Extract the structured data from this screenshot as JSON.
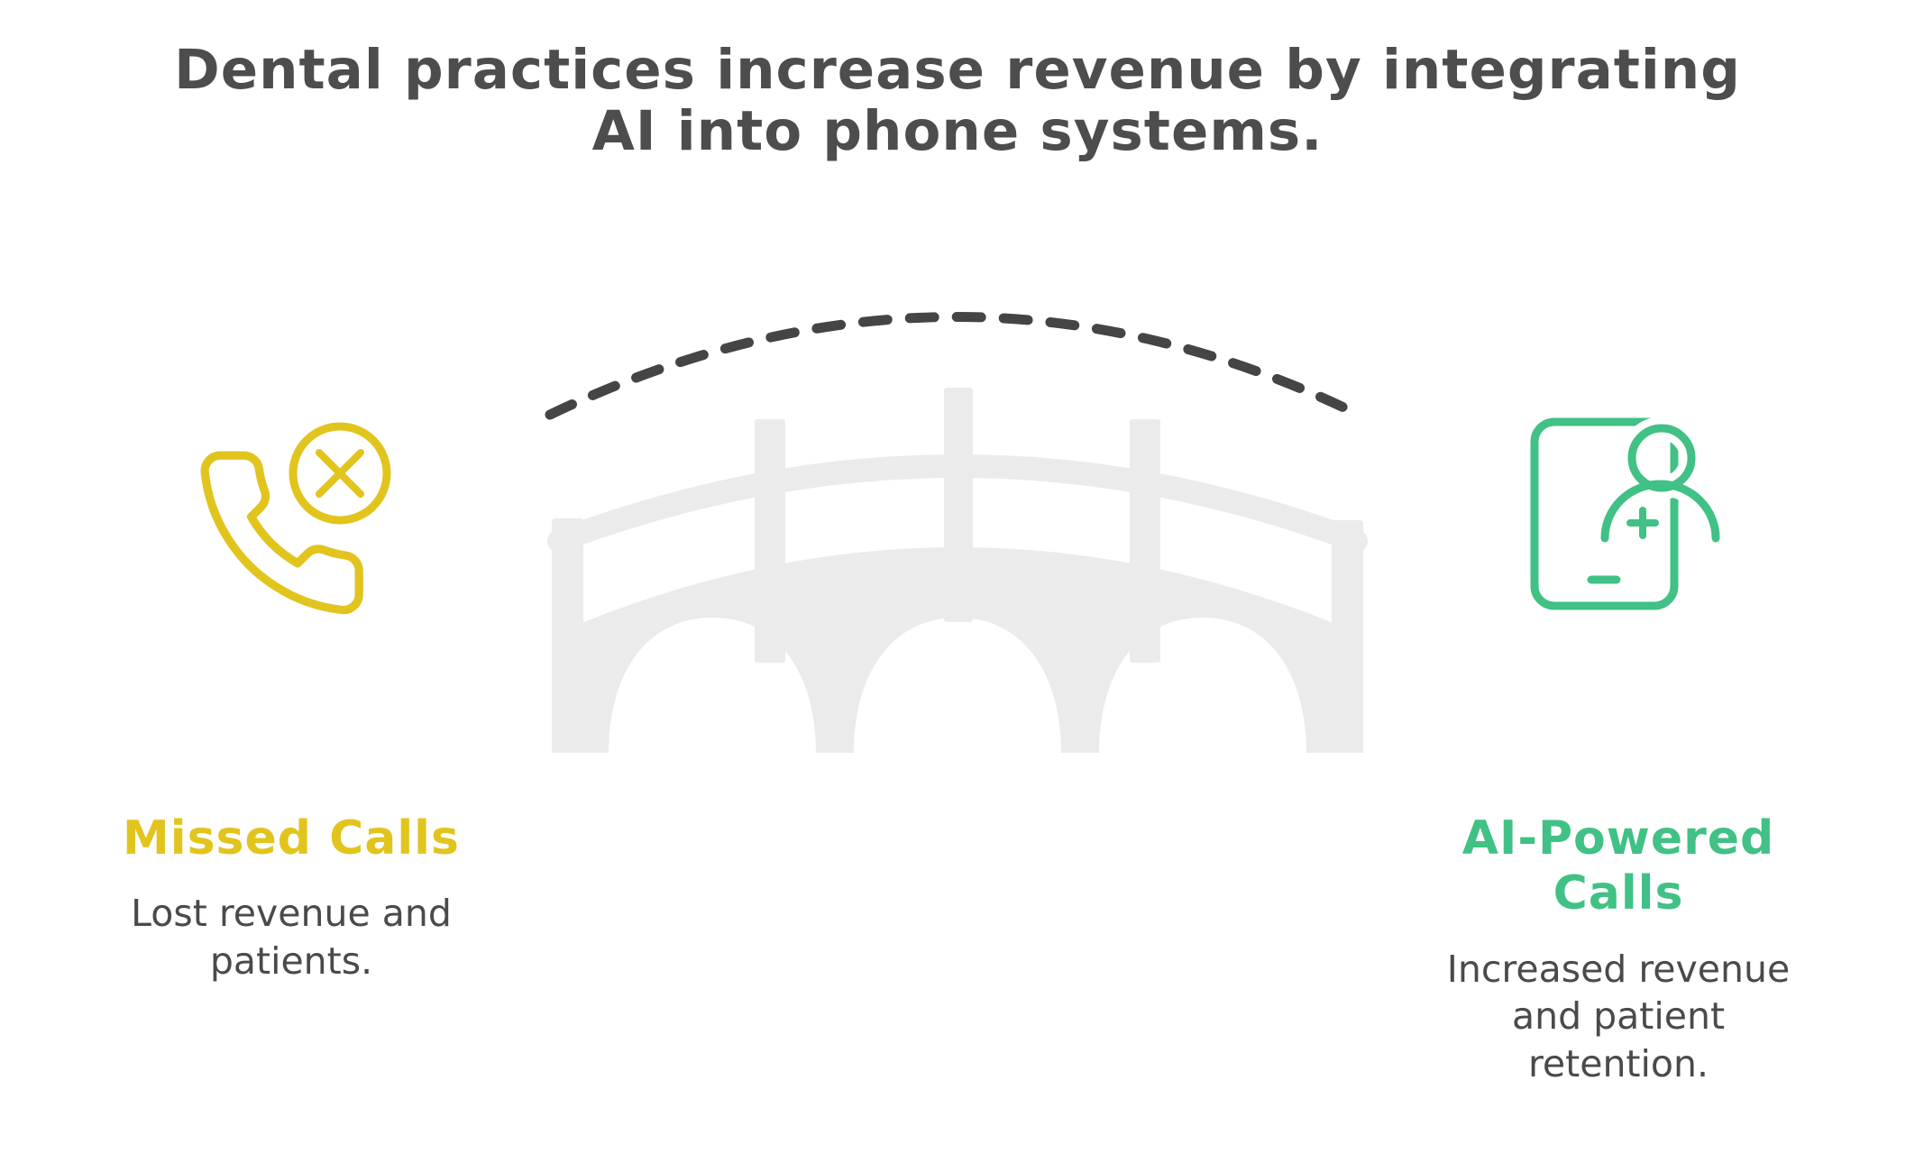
{
  "title": {
    "line1": "Dental practices increase revenue by integrating",
    "line2": "AI into phone systems."
  },
  "left_item": {
    "heading": "Missed Calls",
    "caption": "Lost revenue and patients.",
    "accent_color": "#e2c41e",
    "icon": "missed-call-phone-icon"
  },
  "right_item": {
    "heading": "AI-Powered Calls",
    "caption": "Increased revenue and patient retention.",
    "accent_color": "#41c185",
    "icon": "ai-patient-tablet-icon"
  },
  "center_graphic": {
    "bridge_color": "#ebebeb",
    "arc_color": "#454545",
    "icon": "bridge-icon"
  },
  "text_color": "#4a4a4a",
  "title_color": "#4d4d4d",
  "background_color": "#ffffff"
}
